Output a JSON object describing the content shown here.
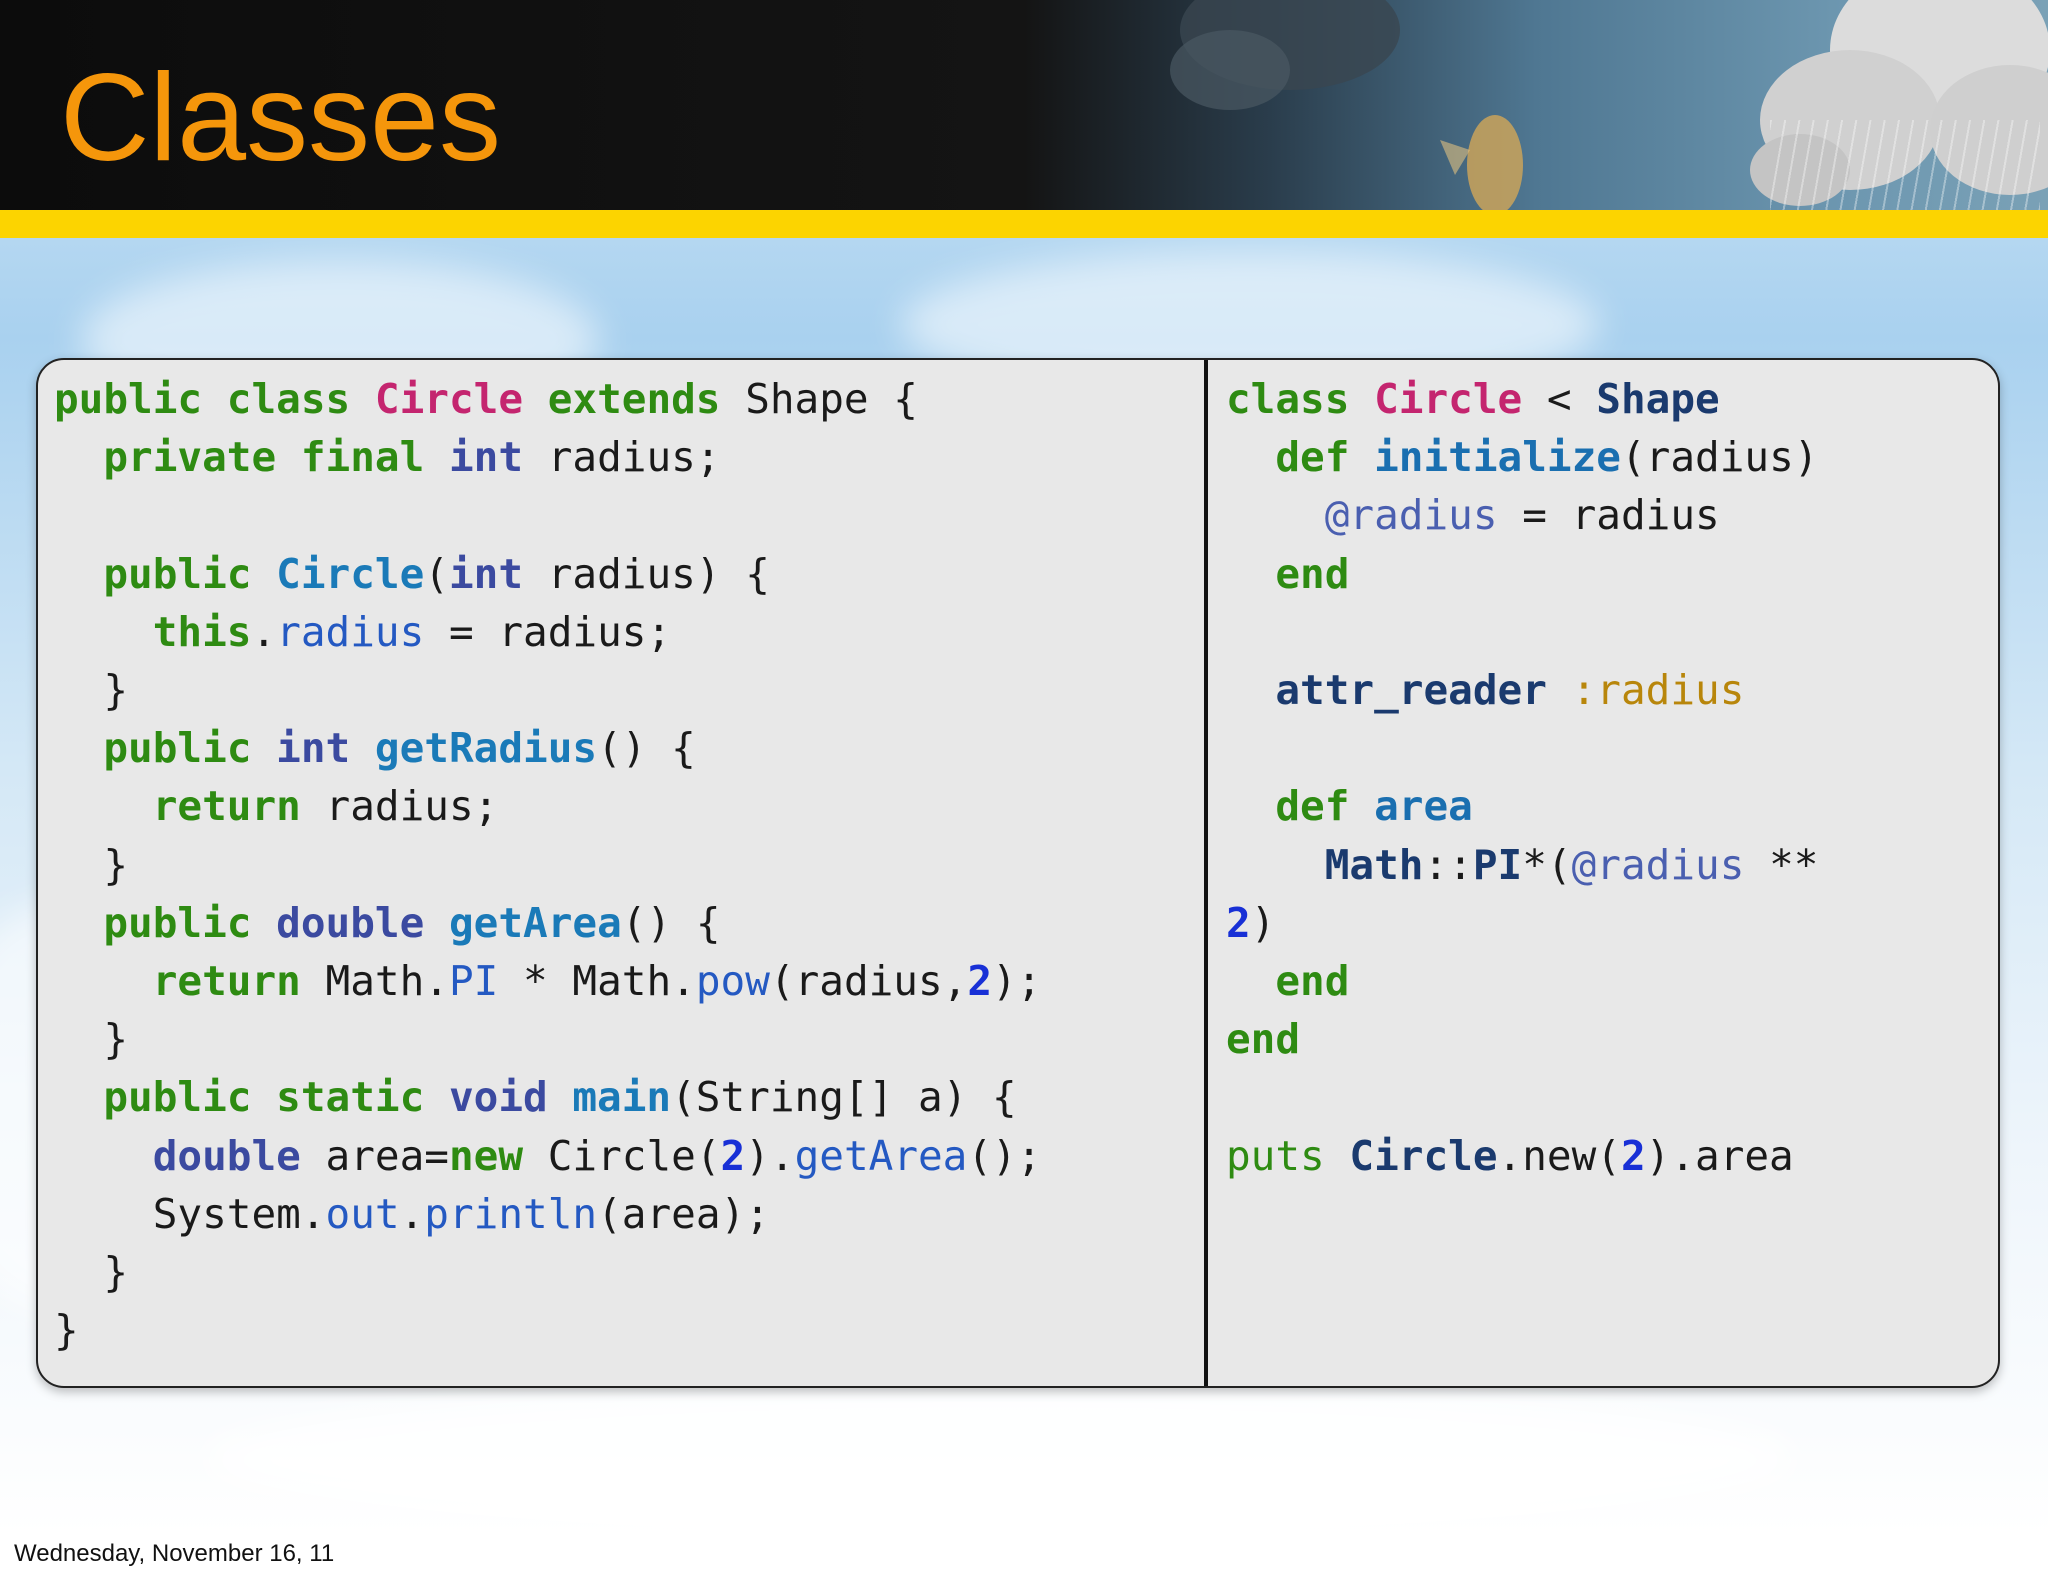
{
  "slide": {
    "title": "Classes",
    "footer_date": "Wednesday, November 16, 11"
  },
  "colors": {
    "title": "#f5960b",
    "accent_bar": "#fcd400",
    "header_bg": "#111111"
  },
  "code": {
    "java": {
      "lines": [
        [
          [
            "kw",
            "public class "
          ],
          [
            "cls",
            "Circle "
          ],
          [
            "kw",
            "extends "
          ],
          [
            "p",
            "Shape {"
          ]
        ],
        [
          [
            "p",
            "  "
          ],
          [
            "kw",
            "private final "
          ],
          [
            "ty",
            "int "
          ],
          [
            "p",
            "radius;"
          ]
        ],
        [
          [
            "p",
            ""
          ]
        ],
        [
          [
            "p",
            "  "
          ],
          [
            "kw",
            "public "
          ],
          [
            "fnb",
            "Circle"
          ],
          [
            "p",
            "("
          ],
          [
            "ty",
            "int "
          ],
          [
            "p",
            "radius) {"
          ]
        ],
        [
          [
            "p",
            "    "
          ],
          [
            "kw",
            "this"
          ],
          [
            "p",
            "."
          ],
          [
            "fn",
            "radius"
          ],
          [
            "p",
            " = radius;"
          ]
        ],
        [
          [
            "p",
            "  }"
          ]
        ],
        [
          [
            "p",
            "  "
          ],
          [
            "kw",
            "public "
          ],
          [
            "ty",
            "int "
          ],
          [
            "fnb",
            "getRadius"
          ],
          [
            "p",
            "() {"
          ]
        ],
        [
          [
            "p",
            "    "
          ],
          [
            "kw",
            "return "
          ],
          [
            "p",
            "radius;"
          ]
        ],
        [
          [
            "p",
            "  }"
          ]
        ],
        [
          [
            "p",
            "  "
          ],
          [
            "kw",
            "public "
          ],
          [
            "ty",
            "double "
          ],
          [
            "fnb",
            "getArea"
          ],
          [
            "p",
            "() {"
          ]
        ],
        [
          [
            "p",
            "    "
          ],
          [
            "kw",
            "return "
          ],
          [
            "p",
            "Math."
          ],
          [
            "fn",
            "PI"
          ],
          [
            "p",
            " * Math."
          ],
          [
            "fn",
            "pow"
          ],
          [
            "p",
            "(radius,"
          ],
          [
            "num",
            "2"
          ],
          [
            "p",
            ");"
          ]
        ],
        [
          [
            "p",
            "  }"
          ]
        ],
        [
          [
            "p",
            "  "
          ],
          [
            "kw",
            "public static "
          ],
          [
            "ty",
            "void "
          ],
          [
            "fnb",
            "main"
          ],
          [
            "p",
            "(String[] a) {"
          ]
        ],
        [
          [
            "p",
            "    "
          ],
          [
            "ty",
            "double "
          ],
          [
            "p",
            "area="
          ],
          [
            "kw",
            "new "
          ],
          [
            "p",
            "Circle("
          ],
          [
            "num",
            "2"
          ],
          [
            "p",
            ")."
          ],
          [
            "fn",
            "getArea"
          ],
          [
            "p",
            "();"
          ]
        ],
        [
          [
            "p",
            "    System."
          ],
          [
            "fn",
            "out"
          ],
          [
            "p",
            "."
          ],
          [
            "fn",
            "println"
          ],
          [
            "p",
            "(area);"
          ]
        ],
        [
          [
            "p",
            "  }"
          ]
        ],
        [
          [
            "p",
            "}"
          ]
        ]
      ]
    },
    "ruby": {
      "lines": [
        [
          [
            "kw",
            "class "
          ],
          [
            "cls",
            "Circle"
          ],
          [
            "p",
            " < "
          ],
          [
            "rcls",
            "Shape"
          ]
        ],
        [
          [
            "p",
            "  "
          ],
          [
            "kw",
            "def "
          ],
          [
            "rfn",
            "initialize"
          ],
          [
            "p",
            "(radius)"
          ]
        ],
        [
          [
            "p",
            "    "
          ],
          [
            "ivar",
            "@radius"
          ],
          [
            "p",
            " = radius"
          ]
        ],
        [
          [
            "p",
            "  "
          ],
          [
            "kw",
            "end"
          ]
        ],
        [
          [
            "p",
            ""
          ]
        ],
        [
          [
            "p",
            "  "
          ],
          [
            "rcls",
            "attr_reader "
          ],
          [
            "sym",
            ":radius"
          ]
        ],
        [
          [
            "p",
            ""
          ]
        ],
        [
          [
            "p",
            "  "
          ],
          [
            "kw",
            "def "
          ],
          [
            "rfn",
            "area"
          ]
        ],
        [
          [
            "p",
            "    "
          ],
          [
            "rcls",
            "Math"
          ],
          [
            "p",
            "::"
          ],
          [
            "rcls",
            "PI"
          ],
          [
            "p",
            "*("
          ],
          [
            "ivar",
            "@radius"
          ],
          [
            "p",
            " **"
          ]
        ],
        [
          [
            "num",
            "2"
          ],
          [
            "p",
            ")"
          ]
        ],
        [
          [
            "p",
            "  "
          ],
          [
            "kw",
            "end"
          ]
        ],
        [
          [
            "kw",
            "end"
          ]
        ],
        [
          [
            "p",
            ""
          ]
        ],
        [
          [
            "puts",
            "puts "
          ],
          [
            "rcls",
            "Circle"
          ],
          [
            "p",
            ".new("
          ],
          [
            "num",
            "2"
          ],
          [
            "p",
            ").area"
          ]
        ]
      ]
    }
  }
}
